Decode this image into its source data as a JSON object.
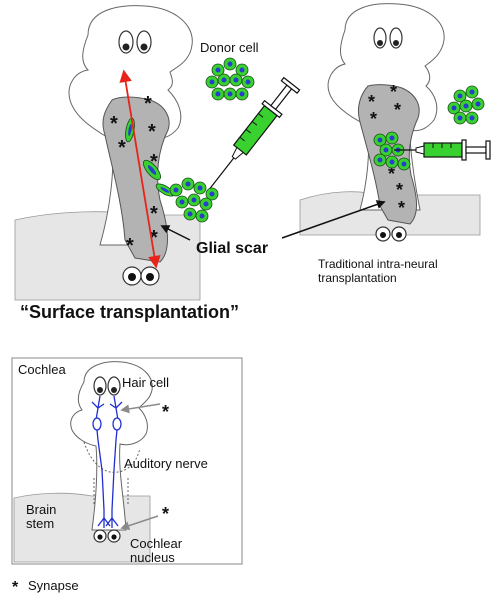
{
  "labels": {
    "donor_cell": "Donor cell",
    "glial_scar": "Glial scar",
    "traditional_line1": "Traditional intra-neural",
    "traditional_line2": "transplantation",
    "surface_transplantation": "“Surface transplantation”",
    "cochlea": "Cochlea",
    "hair_cell": "Hair cell",
    "auditory_nerve": "Auditory nerve",
    "brain_line1": "Brain",
    "brain_line2": "stem",
    "cochlear_line1": "Cochlear",
    "cochlear_line2": "nucleus",
    "synapse_legend": "Synapse",
    "asterisk": "*"
  },
  "colors": {
    "nerve_gray": "#b3b3b3",
    "neuron_blue": "#1f2fd1",
    "donor_green": "#39d12f",
    "donor_nucleus": "#2640c8",
    "arrow_red": "#e8231a",
    "ground_gray": "#e6e6e6"
  }
}
